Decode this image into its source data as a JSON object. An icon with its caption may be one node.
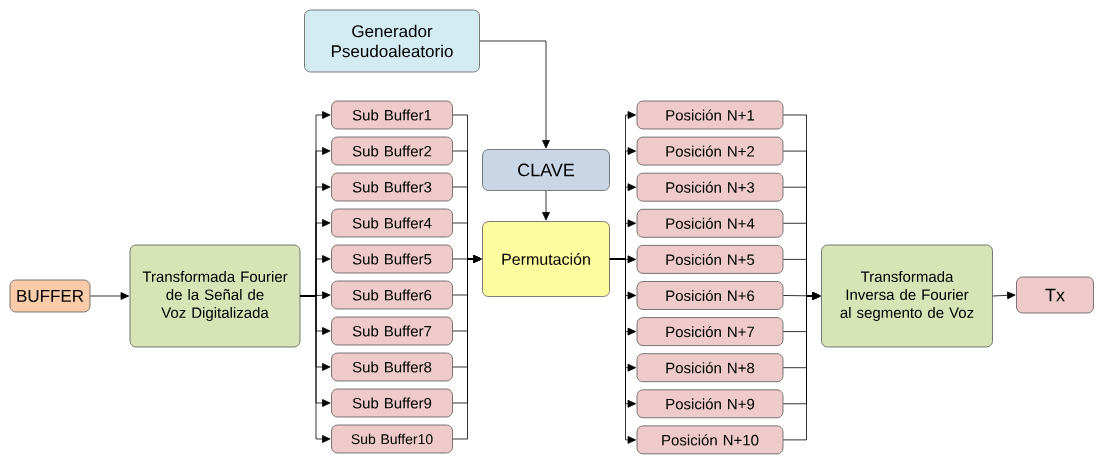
{
  "diagram": {
    "nodes": [
      {
        "text": [
          "BUFFER"
        ]
      },
      {
        "text": [
          "Transformada Fourier de la Señal de Voz Digitalizada"
        ]
      },
      {
        "text": [
          "Generador Pseudoaleatorio"
        ]
      },
      {
        "text": [
          "CLAVE"
        ]
      },
      {
        "text": [
          "Sub Buffer1"
        ]
      },
      {
        "text": [
          "Sub Buffer2"
        ]
      },
      {
        "text": [
          "Sub Buffer3"
        ]
      },
      {
        "text": [
          "Sub Buffer4"
        ]
      },
      {
        "text": [
          "Sub Buffer5"
        ]
      },
      {
        "text": [
          "Sub Buffer6"
        ]
      },
      {
        "text": [
          "Sub Buffer7"
        ]
      },
      {
        "text": [
          "Sub Buffer8"
        ]
      },
      {
        "text": [
          "Sub Buffer9"
        ]
      },
      {
        "text": [
          "Sub Buffer10"
        ]
      },
      {
        "text": [
          "Permutación"
        ]
      },
      {
        "text": [
          "Posición N+1"
        ]
      },
      {
        "text": [
          "Posición N+2"
        ]
      },
      {
        "text": [
          "Posición N+3"
        ]
      },
      {
        "text": [
          "Posición N+4"
        ]
      },
      {
        "text": [
          "Posición N+5"
        ]
      },
      {
        "text": [
          "Posición N+6"
        ]
      },
      {
        "text": [
          "Posición N+7"
        ]
      },
      {
        "text": [
          "Posición N+8"
        ]
      },
      {
        "text": [
          "Posición N+9"
        ]
      },
      {
        "text": [
          "Posición N+10"
        ]
      },
      {
        "text": [
          "Transformada Inversa de Fourier al segmento de Voz"
        ]
      },
      {
        "text": [
          "Tx"
        ]
      }
    ],
    "edges": [
      {
        "from": 0,
        "to": 1,
        "arrow": "to"
      },
      {
        "from": 1,
        "to": 4,
        "arrow": "to"
      },
      {
        "from": 1,
        "to": 5,
        "arrow": "to"
      },
      {
        "from": 1,
        "to": 6,
        "arrow": "to"
      },
      {
        "from": 1,
        "to": 7,
        "arrow": "to"
      },
      {
        "from": 1,
        "to": 8,
        "arrow": "to"
      },
      {
        "from": 1,
        "to": 9,
        "arrow": "to"
      },
      {
        "from": 1,
        "to": 10,
        "arrow": "to"
      },
      {
        "from": 1,
        "to": 11,
        "arrow": "to"
      },
      {
        "from": 1,
        "to": 12,
        "arrow": "to"
      },
      {
        "from": 1,
        "to": 13,
        "arrow": "to"
      },
      {
        "from": 4,
        "to": 14,
        "arrow": "to"
      },
      {
        "from": 5,
        "to": 14,
        "arrow": "to"
      },
      {
        "from": 6,
        "to": 14,
        "arrow": "to"
      },
      {
        "from": 7,
        "to": 14,
        "arrow": "to"
      },
      {
        "from": 8,
        "to": 14,
        "arrow": "to"
      },
      {
        "from": 9,
        "to": 14,
        "arrow": "to"
      },
      {
        "from": 10,
        "to": 14,
        "arrow": "to"
      },
      {
        "from": 11,
        "to": 14,
        "arrow": "to"
      },
      {
        "from": 12,
        "to": 14,
        "arrow": "to"
      },
      {
        "from": 13,
        "to": 14,
        "arrow": "to"
      },
      {
        "from": 2,
        "to": 3,
        "arrow": "to"
      },
      {
        "from": 3,
        "to": 14,
        "arrow": "to"
      },
      {
        "from": 14,
        "to": 15,
        "arrow": "to"
      },
      {
        "from": 14,
        "to": 16,
        "arrow": "to"
      },
      {
        "from": 14,
        "to": 17,
        "arrow": "to"
      },
      {
        "from": 14,
        "to": 18,
        "arrow": "to"
      },
      {
        "from": 14,
        "to": 19,
        "arrow": "to"
      },
      {
        "from": 14,
        "to": 20,
        "arrow": "to"
      },
      {
        "from": 14,
        "to": 21,
        "arrow": "to"
      },
      {
        "from": 14,
        "to": 22,
        "arrow": "to"
      },
      {
        "from": 14,
        "to": 23,
        "arrow": "to"
      },
      {
        "from": 14,
        "to": 24,
        "arrow": "to"
      },
      {
        "from": 15,
        "to": 25,
        "arrow": "to"
      },
      {
        "from": 16,
        "to": 25,
        "arrow": "to"
      },
      {
        "from": 17,
        "to": 25,
        "arrow": "to"
      },
      {
        "from": 18,
        "to": 25,
        "arrow": "to"
      },
      {
        "from": 19,
        "to": 25,
        "arrow": "to"
      },
      {
        "from": 20,
        "to": 25,
        "arrow": "to"
      },
      {
        "from": 21,
        "to": 25,
        "arrow": "to"
      },
      {
        "from": 22,
        "to": 25,
        "arrow": "to"
      },
      {
        "from": 23,
        "to": 25,
        "arrow": "to"
      },
      {
        "from": 24,
        "to": 25,
        "arrow": "to"
      },
      {
        "from": 25,
        "to": 26,
        "arrow": "to"
      }
    ]
  }
}
